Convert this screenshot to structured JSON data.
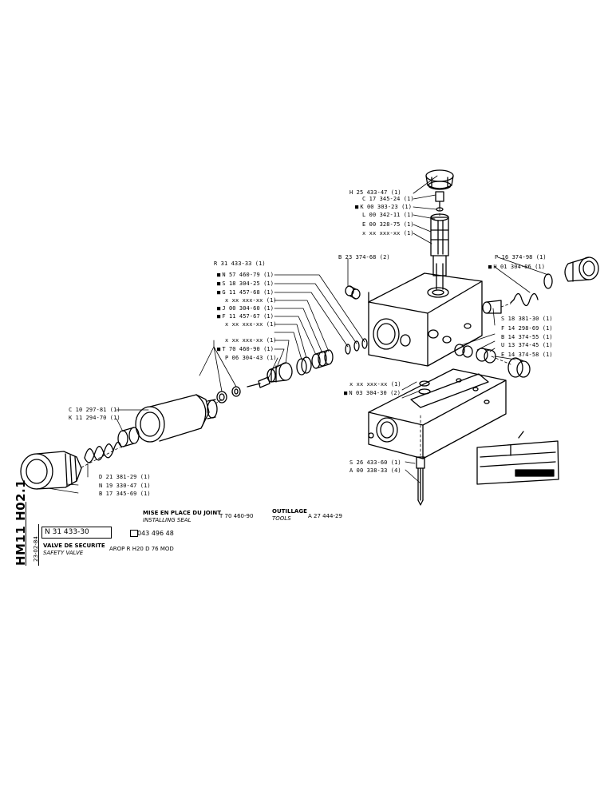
{
  "labels_top": [
    {
      "text": "H 25 433-47 (1)",
      "marked": false
    },
    {
      "text": "C 17 345-24 (1)",
      "marked": false
    },
    {
      "text": "K 00 303-23 (1)",
      "marked": true
    },
    {
      "text": "L 00 342-11 (1)",
      "marked": false
    },
    {
      "text": "E 00 328-75 (1)",
      "marked": false
    },
    {
      "text": "x xx xxx-xx (1)",
      "marked": false
    }
  ],
  "label_b23": "B 23 374-68 (2)",
  "labels_mid": [
    {
      "text": "R 31 433-33 (1)",
      "marked": false
    },
    {
      "text": "N 57 460-79 (1)",
      "marked": true
    },
    {
      "text": "S 18 304-25 (1)",
      "marked": true
    },
    {
      "text": "G 11 457-68 (1)",
      "marked": true
    },
    {
      "text": "x xx xxx-xx (1)",
      "marked": false
    },
    {
      "text": "J 00 304-60 (1)",
      "marked": true
    },
    {
      "text": "F 11 457-67 (1)",
      "marked": true
    },
    {
      "text": "x xx xxx-xx (1)",
      "marked": false
    },
    {
      "text": "x xx xxx-xx (1)",
      "marked": false
    },
    {
      "text": "T 70 460-90 (1)",
      "marked": true
    },
    {
      "text": "P 06 304-43 (1)",
      "marked": false
    }
  ],
  "labels_right": [
    {
      "text": "P 16 374-98 (1)",
      "marked": false
    },
    {
      "text": "H 01 304-86 (1)",
      "marked": true
    },
    {
      "text": "S 18 381-30 (1)",
      "marked": false
    },
    {
      "text": "F 14 298-69 (1)",
      "marked": false
    },
    {
      "text": "B 14 374-55 (1)",
      "marked": false
    },
    {
      "text": "U 13 374-45 (1)",
      "marked": false
    },
    {
      "text": "E 14 374-58 (1)",
      "marked": false
    }
  ],
  "labels_center": [
    {
      "text": "x xx xxx-xx (1)",
      "marked": false
    },
    {
      "text": "N 03 304-30 (2)",
      "marked": true
    }
  ],
  "labels_left": [
    {
      "text": "C 10 297-81 (1)"
    },
    {
      "text": "K 11 294-70 (1)"
    }
  ],
  "labels_bottom_left": [
    {
      "text": "D 21 381-29 (1)"
    },
    {
      "text": "N 19 330-47 (1)"
    },
    {
      "text": "B 17 345-69 (1)"
    }
  ],
  "labels_bottom_right": [
    {
      "text": "S 26 433-60 (1)"
    },
    {
      "text": "A 00 338-33 (4)"
    }
  ],
  "info": {
    "vertical_code": "HM11 H02.1",
    "date": "23-02-84",
    "part_number": "N 31 433-30",
    "ref_number": "043 496 48",
    "title_fr": "VALVE DE SECURITE",
    "title_en": "SAFETY VALVE",
    "model": "AROP R  H20  D 76 MOD",
    "seal_fr": "MISE EN PLACE DU JOINT",
    "seal_en": "INSTALLING SEAL",
    "seal_ref": "T 70 460-90",
    "tools_fr": "OUTILLAGE",
    "tools_en": "TOOLS",
    "tools_ref": "A 27 444-29"
  }
}
